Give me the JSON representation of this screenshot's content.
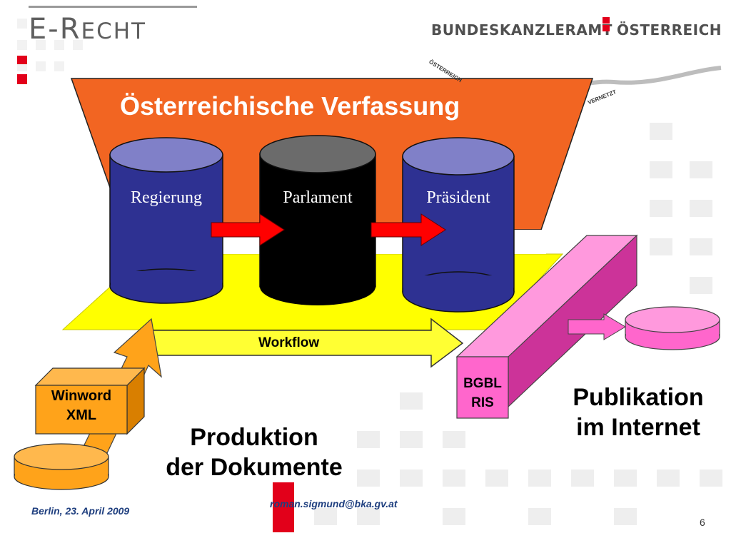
{
  "header": {
    "logo_big_1": "E-R",
    "logo_small": "ECHT",
    "bka_left": "BUNDESKANZLERAMT",
    "bka_right": "ÖSTERREICH",
    "stamp_1": "ÖSTERREICH",
    "stamp_2": "VERNETZT"
  },
  "diagram": {
    "title": "Österreichische Verfassung",
    "cylinders": [
      {
        "label": "Regierung",
        "color": "#2e3192"
      },
      {
        "label": "Parlament",
        "color": "#000000"
      },
      {
        "label": "Präsident",
        "color": "#2e3192"
      }
    ],
    "workflow_label": "Workflow",
    "source_box": {
      "line1": "Winword",
      "line2": "XML"
    },
    "bgbl_box": {
      "line1": "BGBL",
      "line2": "RIS"
    },
    "production_text": {
      "line1": "Produktion",
      "line2": "der Dokumente"
    },
    "publication_text": {
      "line1": "Publikation",
      "line2": "im Internet"
    },
    "colors": {
      "funnel": "#f26522",
      "platform": "#ffff00",
      "arrow_red": "#ff0000",
      "orange": "#ffa31a",
      "pink": "#ff66cc",
      "accent_red": "#e2001a"
    }
  },
  "footer": {
    "date": "Berlin, 23. April 2009",
    "email": "roman.sigmund@bka.gv.at",
    "page": "6"
  }
}
